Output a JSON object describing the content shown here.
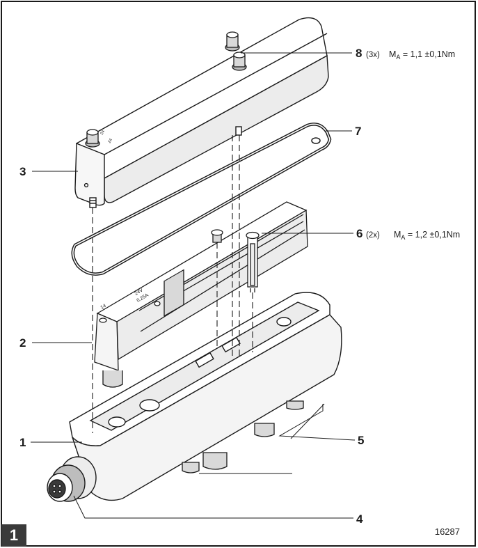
{
  "figure": {
    "number": "1",
    "document_id": "16287"
  },
  "callouts": [
    {
      "id": "1",
      "text": "1"
    },
    {
      "id": "2",
      "text": "2"
    },
    {
      "id": "3",
      "text": "3"
    },
    {
      "id": "4",
      "text": "4"
    },
    {
      "id": "5",
      "text": "5"
    },
    {
      "id": "6",
      "text": "6",
      "qty": "(2x)",
      "torque_prefix": "M",
      "torque_sub": "A",
      "torque_value": " = 1,2 ±0,1Nm"
    },
    {
      "id": "7",
      "text": "7"
    },
    {
      "id": "8",
      "text": "8",
      "qty": "(3x)",
      "torque_prefix": "M",
      "torque_sub": "A",
      "torque_value": " = 1,1 ±0,1Nm"
    }
  ],
  "part_markings": {
    "cover_mark_1": "24",
    "cover_mark_2": "24",
    "module_label_1": "24V",
    "module_label_2": "0,25A",
    "module_mark": "14"
  },
  "colors": {
    "line": "#1a1a1a",
    "fill": "#ffffff",
    "shade": "#e6e6e6",
    "dark_shade": "#bdbdbd",
    "badge": "#3a3a3a"
  }
}
